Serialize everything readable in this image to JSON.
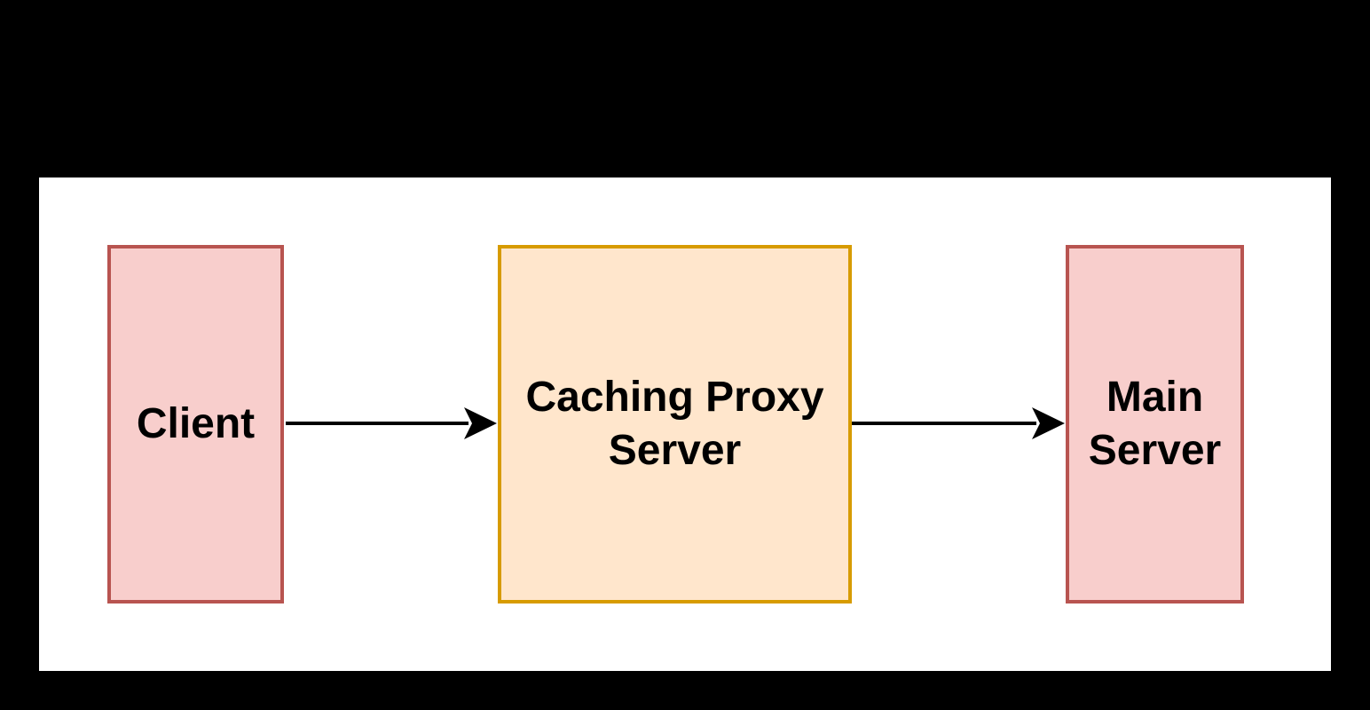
{
  "diagram": {
    "nodes": [
      {
        "id": "client",
        "label": "Client",
        "fill": "#F8CECC",
        "stroke": "#B85450"
      },
      {
        "id": "caching-proxy-server",
        "label": "Caching Proxy Server",
        "fill": "#FFE6CC",
        "stroke": "#D79B00"
      },
      {
        "id": "main-server",
        "label": "Main Server",
        "fill": "#F8CECC",
        "stroke": "#B85450"
      }
    ],
    "edges": [
      {
        "from": "client",
        "to": "caching-proxy-server"
      },
      {
        "from": "caching-proxy-server",
        "to": "main-server"
      }
    ],
    "colors": {
      "page_background": "#000000",
      "canvas_background": "#FFFFFF",
      "arrow": "#000000",
      "text": "#000000"
    }
  }
}
